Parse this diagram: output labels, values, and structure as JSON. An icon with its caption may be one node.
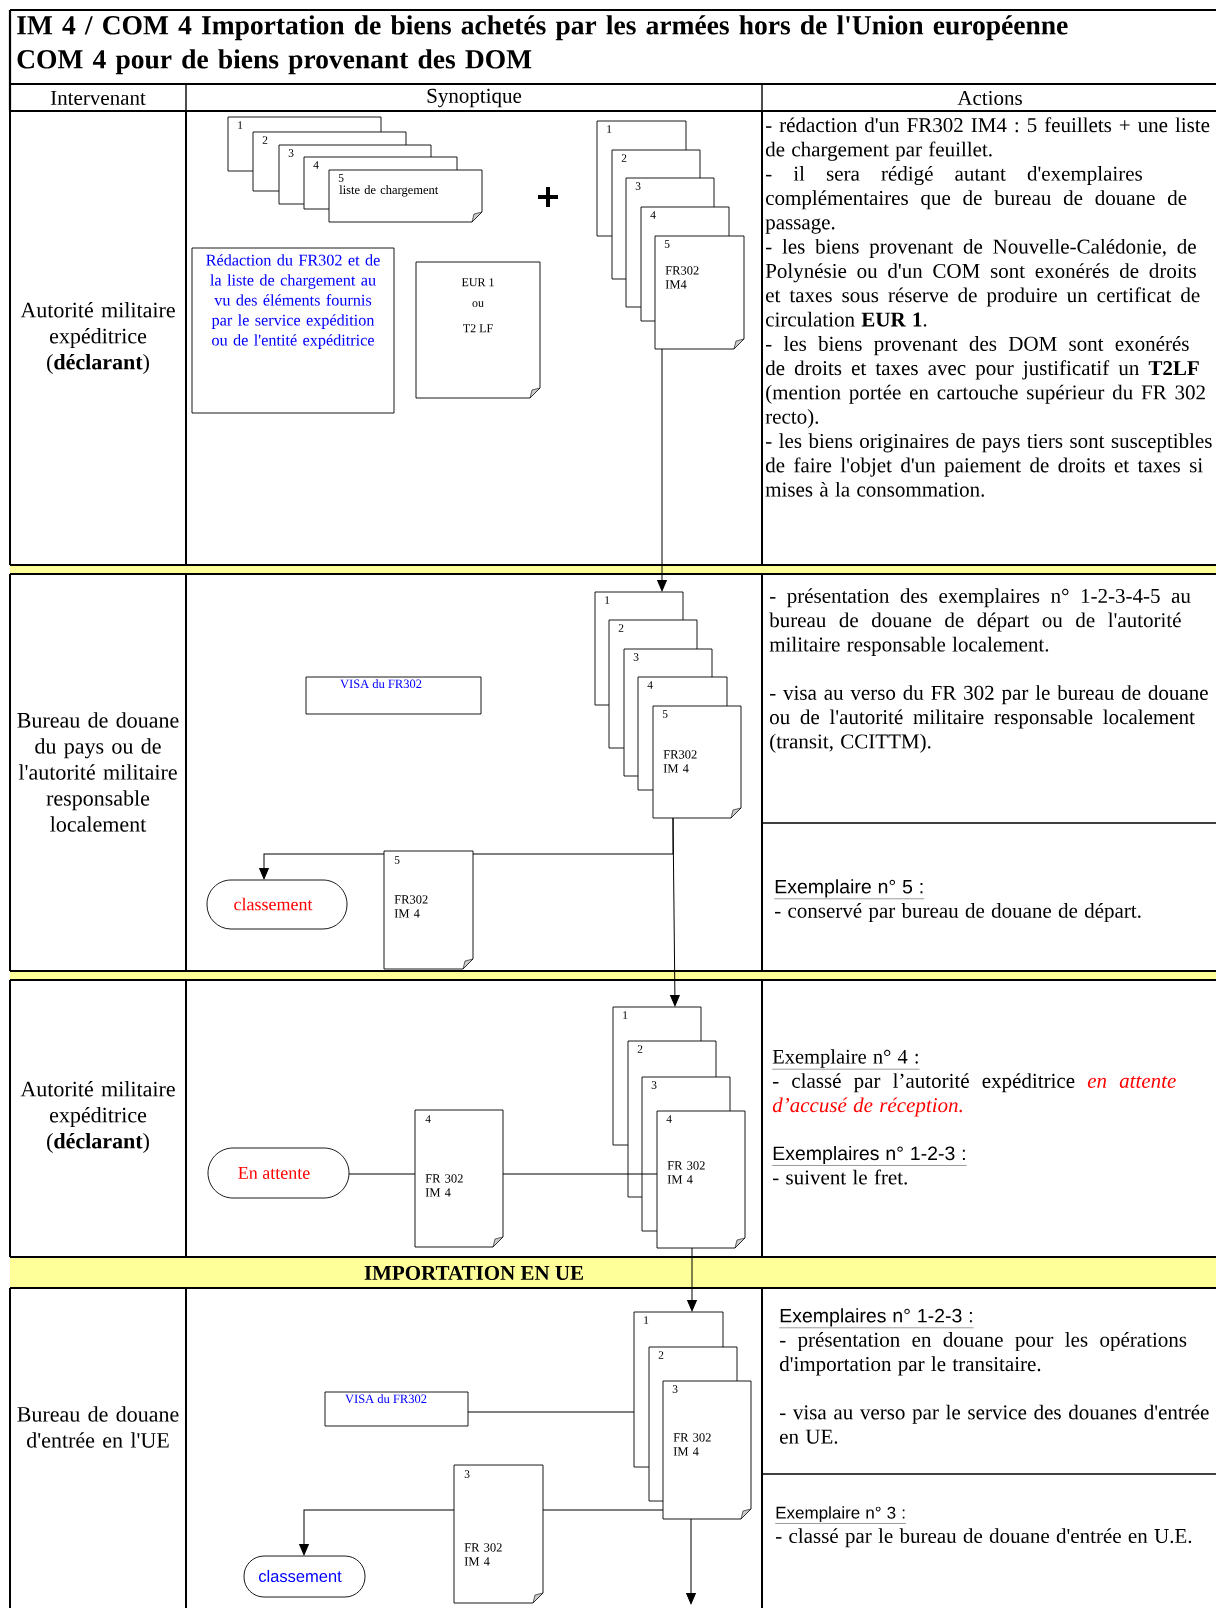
{
  "diagram": {
    "title": "IM 4 / COM 4 Importation de biens achetés par les armées hors de l'Union européenne COM 4 pour de biens provenant des DOM",
    "nodes": [
      {
        "text": [
          "1",
          "2",
          "3",
          "4",
          "5",
          "liste de chargement"
        ]
      },
      {
        "text": [
          "Rédaction du FR302 et de la liste de chargement au vu des éléments fournis par le service expédition ou de l'entité expéditrice"
        ]
      },
      {
        "text": [
          "EUR 1",
          "ou",
          "T2 LF"
        ]
      },
      {
        "text": [
          "1",
          "2",
          "3",
          "4",
          "5",
          "FR302 IM4"
        ]
      },
      {
        "text": [
          "1",
          "2",
          "3",
          "4",
          "5",
          "FR302 IM 4"
        ]
      },
      {
        "text": [
          "VISA du FR302"
        ]
      },
      {
        "text": [
          "5",
          "FR302 IM 4"
        ]
      },
      {
        "text": [
          "classement"
        ]
      },
      {
        "text": [
          "1",
          "2",
          "3",
          "4",
          "FR 302 IM 4"
        ]
      },
      {
        "text": [
          "4",
          "FR 302 IM 4"
        ]
      },
      {
        "text": [
          "En attente"
        ]
      },
      {
        "text": [
          "1",
          "2",
          "3",
          "FR 302 IM 4"
        ]
      },
      {
        "text": [
          "VISA du FR302"
        ]
      },
      {
        "text": [
          "3",
          "FR 302 IM 4"
        ]
      },
      {
        "text": [
          "classement"
        ]
      }
    ],
    "edges": [
      {
        "from": 3,
        "to": 4,
        "arrow": "to"
      },
      {
        "from": 4,
        "to": 6,
        "arrow": "none"
      },
      {
        "from": 6,
        "to": 7,
        "arrow": "to"
      },
      {
        "from": 4,
        "to": 8,
        "arrow": "to"
      },
      {
        "from": 10,
        "to": 9,
        "arrow": "none"
      },
      {
        "from": 9,
        "to": 8,
        "arrow": "none"
      },
      {
        "from": 8,
        "to": 11,
        "arrow": "to"
      },
      {
        "from": 12,
        "to": 11,
        "arrow": "none"
      },
      {
        "from": 11,
        "to": 13,
        "arrow": "none"
      },
      {
        "from": 13,
        "to": 14,
        "arrow": "to"
      },
      {
        "from": 11,
        "to": null,
        "arrow": "to"
      }
    ],
    "labels": [
      "Intervenant",
      "Synoptique",
      "Actions",
      "Autorité militaire expéditrice (**déclarant**)",
      "- rédaction d'un FR302 IM4 : 5 feuillets + une liste de chargement par feuillet.",
      "- il sera rédigé autant d'exemplaires complémentaires que de bureau de douane de passage.",
      "- les biens provenant de Nouvelle-Calédonie, de Polynésie ou d'un COM sont exonérés de droits et taxes sous réserve de produire un certificat de circulation **EUR 1**.",
      "- les biens provenant des DOM sont exonérés de droits et taxes avec pour justificatif un **T2LF** (mention portée en cartouche supérieur du FR 302 recto).",
      "- les biens originaires de pays tiers sont susceptibles de faire l'objet d'un paiement de droits et taxes si mises à la consommation.",
      "Bureau de douane du pays ou de l'autorité militaire responsable localement",
      "- présentation des exemplaires n° 1-2-3-4-5 au bureau de douane de départ ou de l'autorité militaire responsable localement.",
      "- visa au verso du FR 302 par le bureau de douane ou de l'autorité militaire responsable localement (transit, CCITTM).",
      "Exemplaire n° 5 :",
      "- conservé par bureau de douane de départ.",
      "Autorité militaire expéditrice (**déclarant**)",
      "Exemplaire n° 4 :",
      "- classé par l’autorité expéditrice",
      "en attente d’accusé de réception.",
      "Exemplaires n° 1-2-3 :",
      "- suivent le fret.",
      "IMPORTATION EN UE",
      "Bureau de douane d'entrée en l'UE",
      "Exemplaires n° 1-2-3 :",
      "- présentation en douane pour les opérations d'importation par le transitaire.",
      "- visa au verso par le service des douanes d'entrée en UE.",
      "Exemplaire n° 3 :",
      "- classé par le bureau de douane d'entrée en U.E."
    ]
  }
}
